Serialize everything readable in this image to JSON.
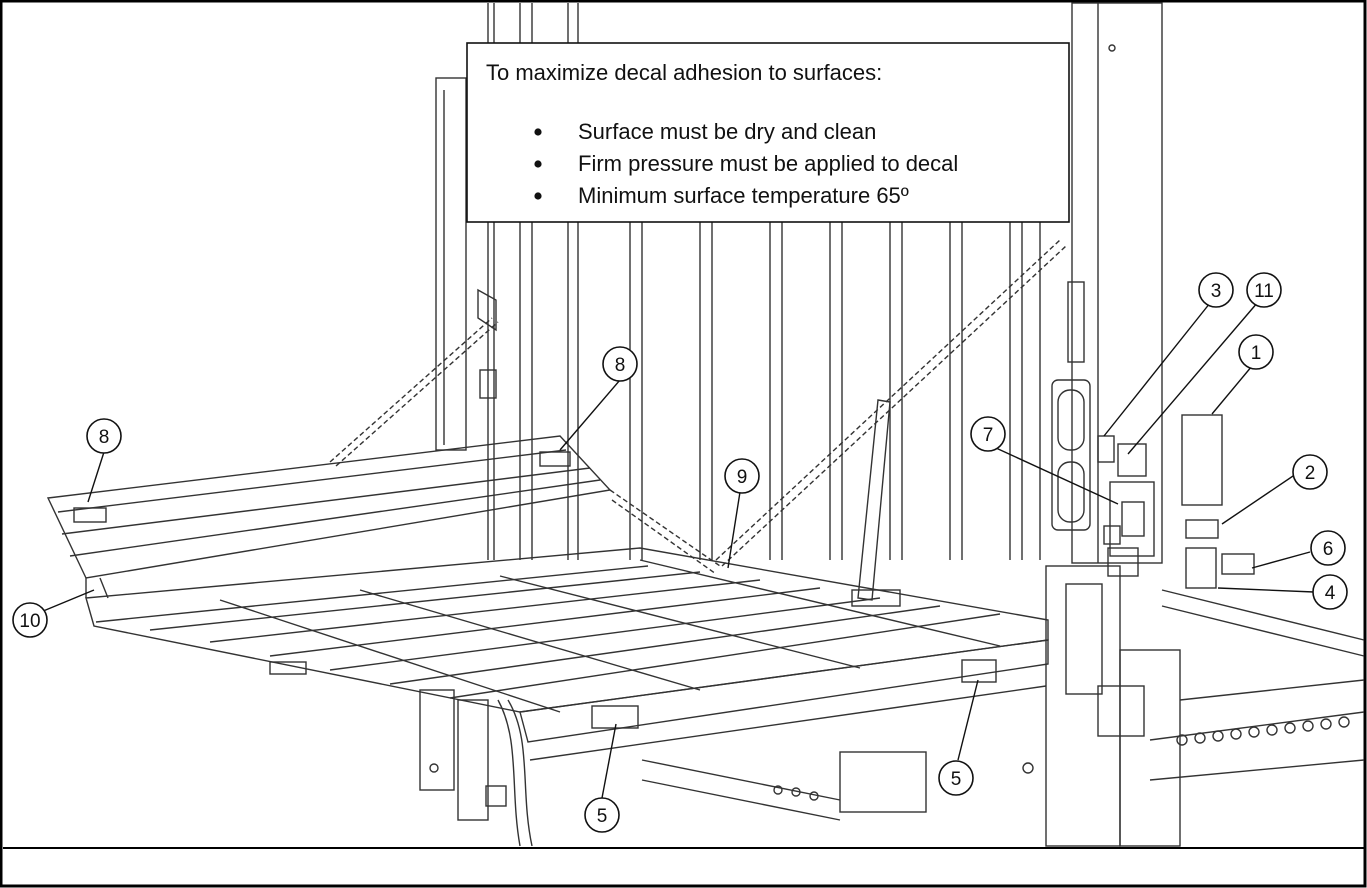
{
  "note": {
    "title": "To maximize decal adhesion to surfaces:",
    "items": [
      "Surface must be dry and clean",
      "Firm pressure must be applied to decal",
      "Minimum surface temperature 65º"
    ]
  },
  "callouts": [
    "1",
    "2",
    "3",
    "4",
    "5",
    "5",
    "6",
    "7",
    "8",
    "8",
    "9",
    "10",
    "11"
  ],
  "colors": {
    "line": "#333333",
    "frame": "#000000",
    "background": "#ffffff"
  }
}
